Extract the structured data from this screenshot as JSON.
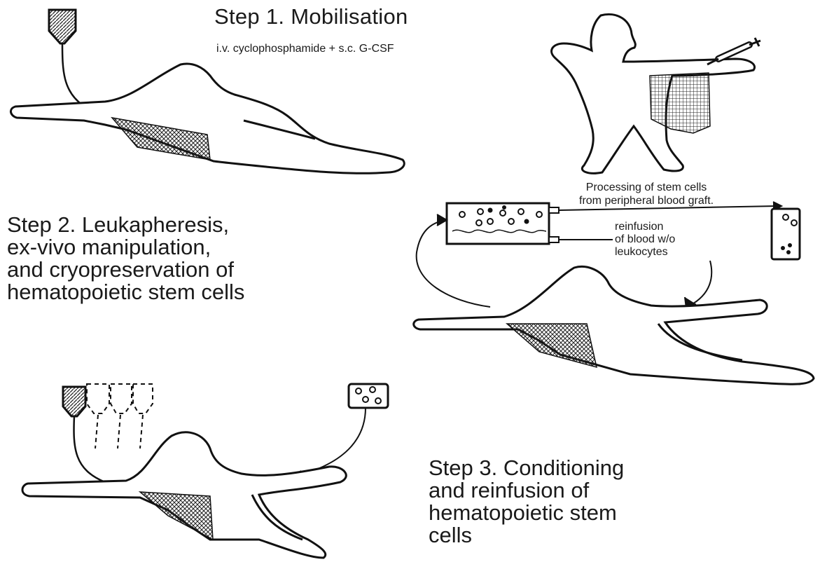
{
  "steps": {
    "step1": {
      "title": "Step 1. Mobilisation",
      "subtitle": "i.v. cyclophosphamide + s.c. G-CSF"
    },
    "step2": {
      "title_lines": [
        "Step 2. Leukapheresis,",
        "ex-vivo manipulation,",
        "and cryopreservation of",
        "hematopoietic stem cells"
      ]
    },
    "step3": {
      "title_lines": [
        "Step 3. Conditioning",
        "and reinfusion of",
        "hematopoietic stem",
        "cells"
      ]
    }
  },
  "annotations": {
    "processing_lines": [
      "Processing of stem cells",
      "from peripheral blood graft."
    ],
    "reinfusion_lines": [
      "reinfusion",
      "of blood w/o",
      "leukocytes"
    ]
  },
  "colors": {
    "ink": "#1a1a1a",
    "background": "#ffffff"
  }
}
